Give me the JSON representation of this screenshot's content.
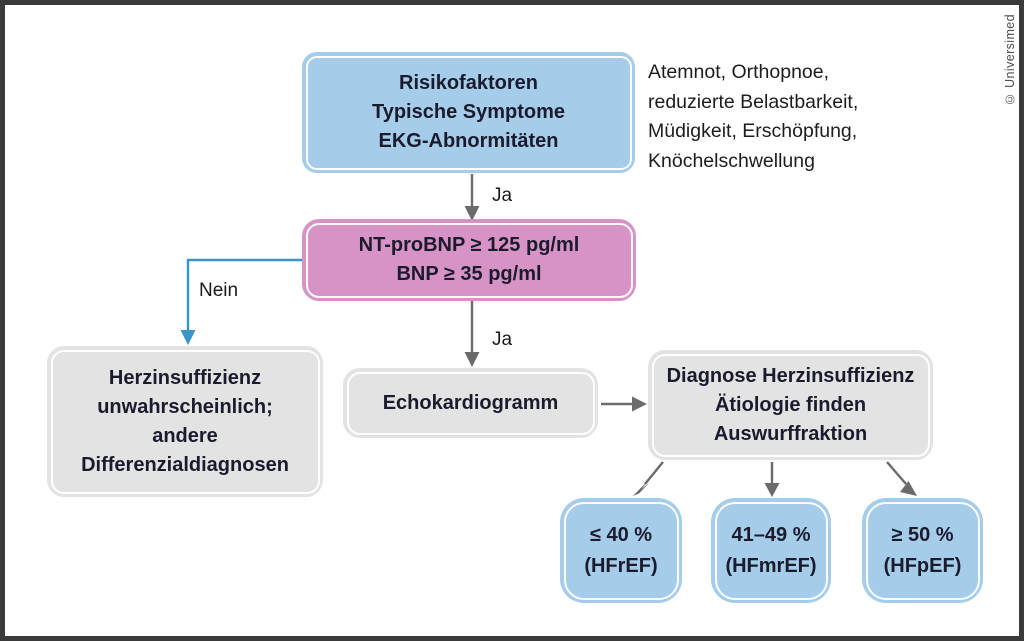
{
  "credit": "© Universimed",
  "colors": {
    "blue": "#a5cce9",
    "pink": "#d893c6",
    "gray": "#e3e3e3",
    "arrow": "#6b6b6b",
    "nein_blue": "#3a95c8",
    "ink": "#1b1b2e",
    "frame_border": "#3a3a3a"
  },
  "boxes": {
    "risk": {
      "lines": [
        "Risikofaktoren",
        "Typische Symptome",
        "EKG-Abnormitäten"
      ]
    },
    "symptom_note": {
      "lines": [
        "Atemnot, Orthopnoe,",
        "reduzierte Belastbarkeit,",
        "Müdigkeit, Erschöpfung,",
        "Knöchelschwellung"
      ]
    },
    "bnp": {
      "lines": [
        "NT-proBNP ≥ 125 pg/ml",
        "BNP ≥ 35 pg/ml"
      ]
    },
    "unlikely": {
      "lines": [
        "Herzinsuffizienz",
        "unwahrscheinlich;",
        "andere",
        "Differenzialdiagnosen"
      ]
    },
    "echo": {
      "lines": [
        "Echokardiogramm"
      ]
    },
    "diagnosis": {
      "lines": [
        "Diagnose Herzinsuffizienz",
        "Ätiologie finden",
        "Auswurffraktion"
      ]
    },
    "hfref": {
      "lines": [
        "≤ 40 %",
        "(HFrEF)"
      ]
    },
    "hfmref": {
      "lines": [
        "41–49 %",
        "(HFmrEF)"
      ]
    },
    "hfpef": {
      "lines": [
        "≥ 50 %",
        "(HFpEF)"
      ]
    }
  },
  "edge_labels": {
    "ja_top": "Ja",
    "ja_mid": "Ja",
    "nein": "Nein"
  }
}
